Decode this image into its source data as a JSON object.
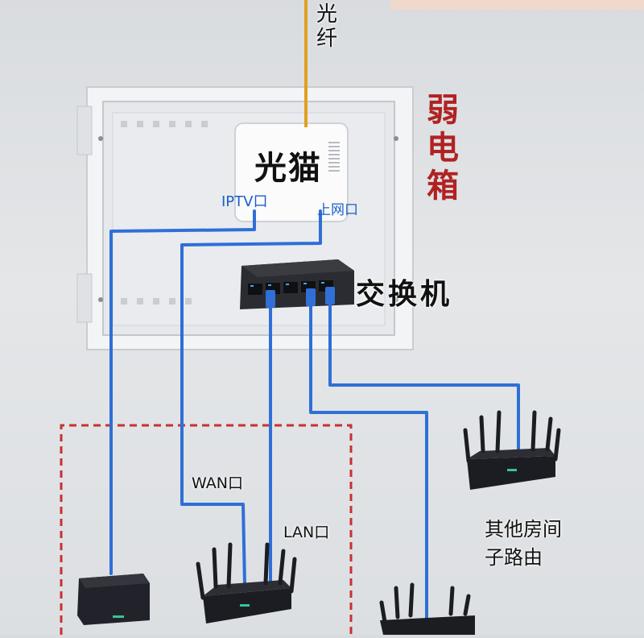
{
  "labels": {
    "fiber": [
      "光",
      "纤"
    ],
    "modem": "光猫",
    "iptv_port": "IPTV口",
    "uplink_port": "上网口",
    "weak_box": [
      "弱",
      "电",
      "箱"
    ],
    "switch": "交换机",
    "wan_port": "WAN口",
    "lan_port": "LAN口",
    "other_room_router": [
      "其他房间",
      "子路由"
    ]
  },
  "colors": {
    "cable": "#2f6fd6",
    "fiber": "#e0a020",
    "dashed_box": "#c83030",
    "weak_box_text": "#b02222",
    "cabinet": "#f2f3f5",
    "router": "#1c1d22"
  }
}
